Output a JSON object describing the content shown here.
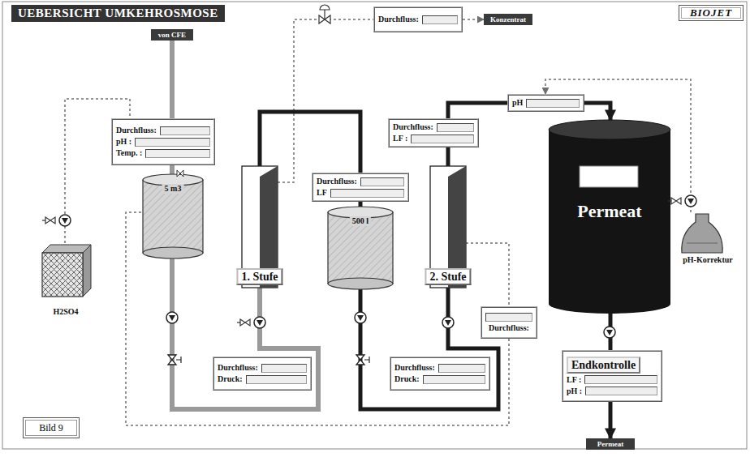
{
  "diagram": {
    "title": "UEBERSICHT UMKEHROSMOSE",
    "caption": "Bild 9",
    "nodes": [
      {
        "text": [
          "BIOJET"
        ]
      },
      {
        "text": [
          "von CFE"
        ]
      },
      {
        "text": [
          "Durchfluss:",
          "pH :",
          "Temp. :"
        ]
      },
      {
        "text": [
          "5 m3"
        ]
      },
      {
        "text": [
          "H2SO4"
        ]
      },
      {
        "text": [
          "1. Stufe"
        ]
      },
      {
        "text": [
          "Durchfluss:",
          "Druck:"
        ]
      },
      {
        "text": [
          "Durchfluss:"
        ]
      },
      {
        "text": [
          "Konzentrat"
        ]
      },
      {
        "text": [
          "Durchfluss:",
          "LF"
        ]
      },
      {
        "text": [
          "500 l"
        ]
      },
      {
        "text": [
          "2. Stufe"
        ]
      },
      {
        "text": [
          "Durchfluss:",
          "Druck:"
        ]
      },
      {
        "text": [
          "Durchfluss:",
          "LF :"
        ]
      },
      {
        "text": [
          "pH"
        ]
      },
      {
        "text": [
          "Permeat"
        ]
      },
      {
        "text": [
          "pH-Korrektur"
        ]
      },
      {
        "text": [
          "Durchfluss:"
        ]
      },
      {
        "text": [
          "Endkontrolle",
          "LF :",
          "pH :"
        ]
      },
      {
        "text": [
          "Permeat"
        ]
      }
    ],
    "edges": [
      {
        "from": 1,
        "to": 2,
        "arrow": "none"
      },
      {
        "from": 2,
        "to": 3,
        "arrow": "none"
      },
      {
        "from": 4,
        "to": 2,
        "arrow": "none"
      },
      {
        "from": 3,
        "to": 5,
        "arrow": "none"
      },
      {
        "from": 5,
        "to": 7,
        "arrow": "none"
      },
      {
        "from": 7,
        "to": 8,
        "arrow": "to"
      },
      {
        "from": 5,
        "to": 9,
        "arrow": "none"
      },
      {
        "from": 9,
        "to": 10,
        "arrow": "none"
      },
      {
        "from": 10,
        "to": 11,
        "arrow": "none"
      },
      {
        "from": 11,
        "to": 13,
        "arrow": "none"
      },
      {
        "from": 13,
        "to": 14,
        "arrow": "none"
      },
      {
        "from": 14,
        "to": 15,
        "arrow": "to"
      },
      {
        "from": 16,
        "to": 14,
        "arrow": "to"
      },
      {
        "from": 11,
        "to": 17,
        "arrow": "none"
      },
      {
        "from": 17,
        "to": 3,
        "arrow": "none"
      },
      {
        "from": 15,
        "to": 18,
        "arrow": "none"
      },
      {
        "from": 18,
        "to": 19,
        "arrow": "to"
      }
    ]
  }
}
